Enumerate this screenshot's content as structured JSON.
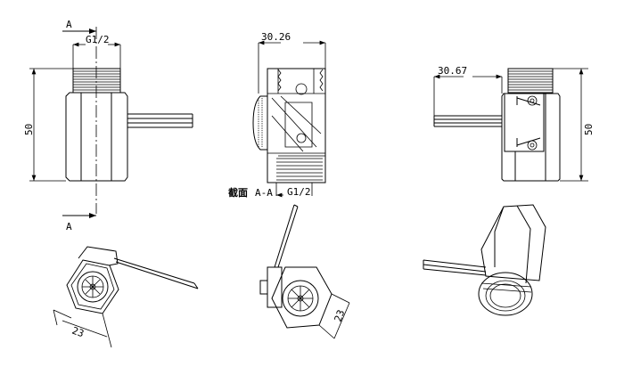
{
  "drawing": {
    "front_view": {
      "section_mark_top": "A",
      "section_mark_bottom": "A",
      "thread_label": "G1/2",
      "height_dim": "50"
    },
    "section_view": {
      "width_dim": "30.26",
      "section_title_cn": "截面",
      "section_title": "A-A",
      "thread_label": "G1/2"
    },
    "side_view": {
      "wire_dim": "30.67",
      "height_dim": "50"
    },
    "iso_left": {
      "hex_dim": "23"
    },
    "iso_middle": {
      "hex_dim": "23"
    }
  }
}
